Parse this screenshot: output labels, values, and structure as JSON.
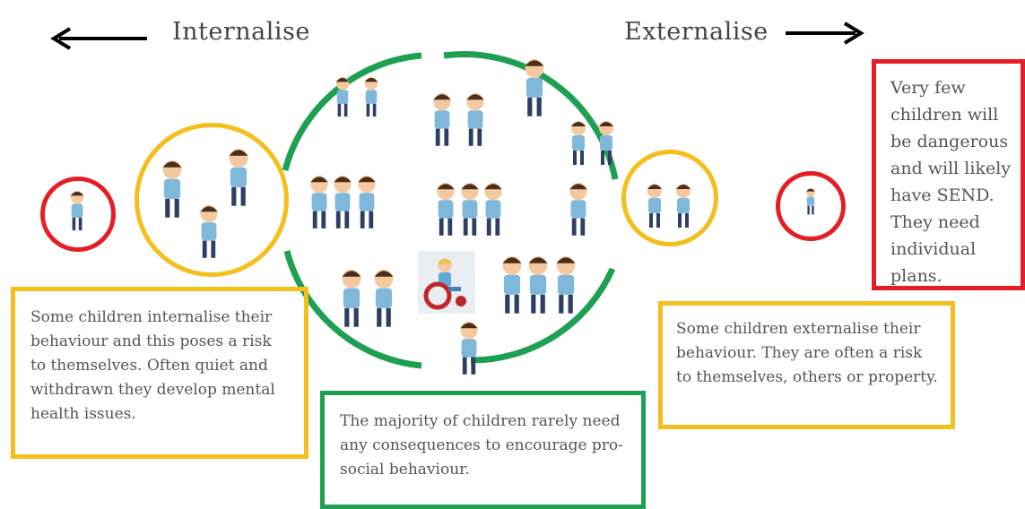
{
  "headings": {
    "internalise": "Internalise",
    "externalise": "Externalise"
  },
  "boxes": {
    "internalise_text": "Some children internalise their behaviour and this poses a risk to themselves. Often quiet and withdrawn they develop mental health issues.",
    "majority_text": "The majority of children rarely need any consequences to encourage pro-social behaviour.",
    "externalise_text": "Some children externalise their behaviour. They are often a risk to themselves, others or property.",
    "dangerous_text": "Very few children will be dangerous and will likely have SEND. They need individual plans."
  },
  "colors": {
    "red": "#E41E26",
    "yellow": "#F4BE1C",
    "green": "#1EA052",
    "arrow": "#000000"
  }
}
